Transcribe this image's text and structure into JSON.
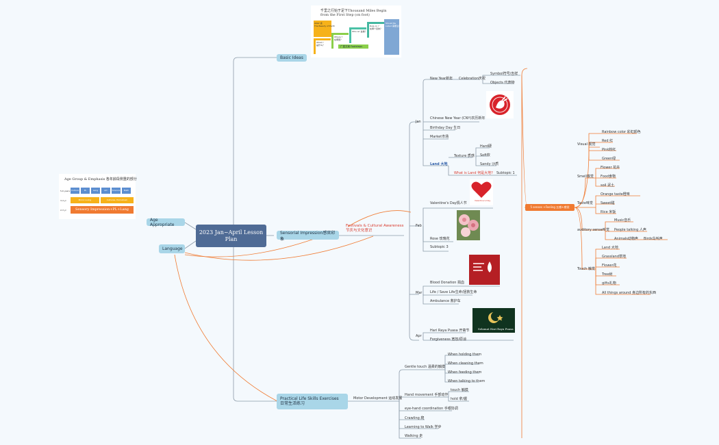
{
  "root": "2023 Jan~April Lesson Plan",
  "basic_ideas": {
    "label": "Basic Ideas",
    "card_title": "千里之行始于足下Thousand Miles Begin from the First Step (on foot)",
    "steps": [
      "What ?\n是什么？",
      "Where ?\n在哪里？",
      "Who is? 是谁？",
      "Rule on ?\n在哪个目的？",
      "Should Be Listed 需要注意"
    ],
    "card_label_left": "ONLY 感\nThe Beauty of Earth",
    "card_label_bottom": "广直文案 Footsteps"
  },
  "age_appropriate": {
    "label": "Age Appropriate",
    "card_title": "Age Group & Emphasis 各年龄段侧重的部分",
    "row_labels": [
      "5-6 years",
      "3-4 yr",
      "2-3 yr"
    ],
    "top_cells": [
      "Culture",
      "PL",
      "Lang",
      "Art",
      "Science",
      "Math"
    ],
    "mid_cells": [
      "Mimic Living",
      "Cultures, Hometown"
    ],
    "bottom_cell": "Sensory Impression+PL+Lang"
  },
  "language": {
    "label": "Language"
  },
  "sensorial": {
    "label": "Sensorial Impression感官印象",
    "festivals_line1": "Festivals & Cultural Awareness",
    "festivals_line2": "节庆与文化意识"
  },
  "months": {
    "jan": {
      "label": "Jan",
      "new_year": "New Year新年",
      "celebration": "Celebration庆祝",
      "symbol": "Symbol符号/吉祥",
      "objects": "Objects 代表物",
      "cny": "Chinese New Year (CNY)农历新年",
      "birthday": "Birthday Day 生日",
      "market": "Market市场",
      "land": "Land 大地",
      "texture": "Texture 质感",
      "hard": "Hard硬",
      "soft": "Soft软",
      "sandy": "Sandy 沙质",
      "what_land": "What is Land 何是大地?",
      "subtopic": "Subtopic 1"
    },
    "feb": {
      "label": "Feb",
      "valentines": "Valentine's Day情人节",
      "valentines_img": "Valentine's Day",
      "rose": "Rose 玫瑰花",
      "subtopic": "Subtopic 3"
    },
    "mar": {
      "label": "Mar",
      "blood": "Blood Donation 捐血",
      "life": "Life / Save Life生命/拯救生命",
      "ambulance": "Ambulance 救护车"
    },
    "apr": {
      "label": "Apr",
      "raya": "Hari Raya Puasa 开斋节",
      "forgiveness": "Forgiveness 宽恕/原谅",
      "raya_img": "Selamat Hari Raya Puasa"
    }
  },
  "senses": {
    "label": "5 senses +Feeling 五感+感觉",
    "visual": "Visual 视觉",
    "rainbow": "Rainbow color 彩虹颜色",
    "red": "Red 红",
    "pink": "Pink粉红",
    "green": "Green绿",
    "smell": "Smell嗅觉",
    "flower": "Flower 花卉",
    "food": "Food食物",
    "soil": "soil 泥土",
    "taste": "Taste味觉",
    "orange": "Orange taste橙味",
    "sweet": "Sweet甜",
    "rice": "Rice 米饭",
    "auditory": "auditory sense听觉",
    "music": "Music音乐",
    "people": "People talking 人声",
    "animals": "Animals动物声",
    "birds": "Birds鸟叫声",
    "touch": "Touch 触觉",
    "land": "Land 大地",
    "grass": "Grassland草地",
    "flower_t": "Flower花",
    "tree": "Tree树",
    "gifts": "gifts礼物",
    "all_things": "All things around 身边所有的东西"
  },
  "practical": {
    "label_line1": "Practical Life Skills Exercises",
    "label_line2": "日常生活练习",
    "motor": "Motor Development 运动发展",
    "gentle": "Gentle touch 温柔的触摸",
    "holding": "When holding them",
    "cleaning": "When cleaning them",
    "feeding": "When feeding them",
    "talking": "When talking to them",
    "hand_move": "Hand movement 手部动作",
    "touch": "touch 触摸",
    "hold": "hold 拿/握",
    "eye_hand": "eye-hand coordination 手眼协调",
    "crawling": "Crawling 爬",
    "learn_walk": "Learning to Walk 学步",
    "walking": "Walking 走"
  },
  "colors": {
    "accent": "#f07a31",
    "node": "#a9d6e8",
    "root": "#4f6b95",
    "line": "#8b9aa8"
  }
}
